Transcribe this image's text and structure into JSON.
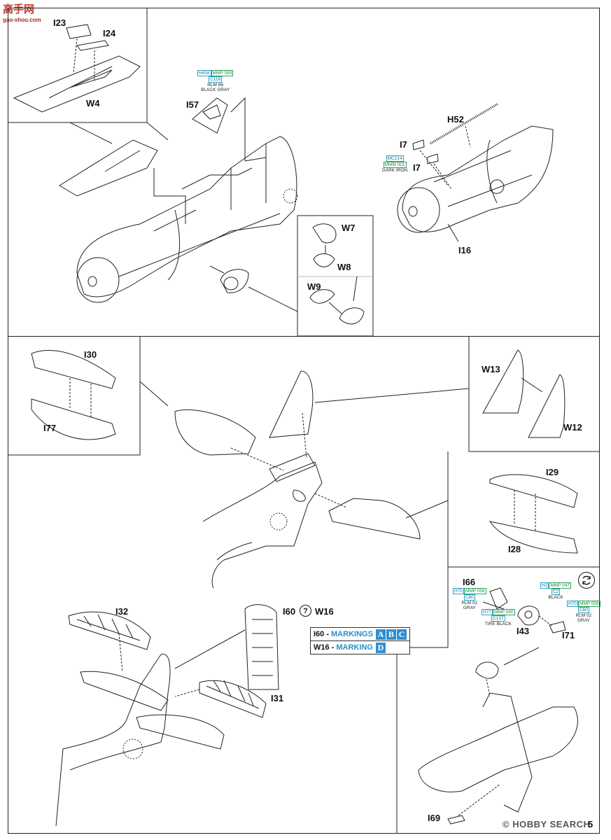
{
  "watermark": {
    "logo_text": "高手网",
    "logo_url": "gao-shou.com",
    "right_text": "© HOBBY SEARCH"
  },
  "page_number": "5",
  "labels": {
    "i23": "I23",
    "i24": "I24",
    "w4": "W4",
    "i57": "I57",
    "h52": "H52",
    "i7_top": "I7",
    "i7_bottom": "I7",
    "i16": "I16",
    "w7": "W7",
    "w8": "W8",
    "w9": "W9",
    "i30": "I30",
    "i77": "I77",
    "w13": "W13",
    "w12": "W12",
    "i29": "I29",
    "i28": "I28",
    "i32": "I32",
    "i60_w16": "I60",
    "w16_after_help": "W16",
    "i31": "I31",
    "i66": "I66",
    "i43": "I43",
    "i71": "I71",
    "i69": "I69"
  },
  "help_glyph": "?",
  "paints": {
    "rlm66": {
      "c1": "H416",
      "c2": "MMP 089",
      "c3": "C116",
      "name1": "RLM 66",
      "name2": "BLACK GRAY"
    },
    "dark_iron": {
      "c1": "MC214",
      "c2": "MMM 001",
      "name1": "DARK IRON"
    },
    "rlm02_a": {
      "c1": "H70",
      "c2": "MMP 056",
      "c3": "C60",
      "name1": "RLM 02",
      "name2": "GRAY"
    },
    "black": {
      "c1": "H2",
      "c2": "MMP 047",
      "c3": "C2",
      "name1": "BLACK"
    },
    "tire_black": {
      "c1": "H77",
      "c2": "MMP 040",
      "c3": "C137",
      "name1": "TIRE BLACK"
    },
    "rlm02_b": {
      "c1": "H70",
      "c2": "MMP 056",
      "c3": "C60",
      "name1": "RLM 02",
      "name2": "GRAY"
    }
  },
  "markings": [
    {
      "part": "I60 - ",
      "text": "MARKINGS",
      "letters": [
        "A",
        "B",
        "C"
      ]
    },
    {
      "part": "W16 - ",
      "text": "MARKING",
      "letters": [
        "D"
      ]
    }
  ]
}
